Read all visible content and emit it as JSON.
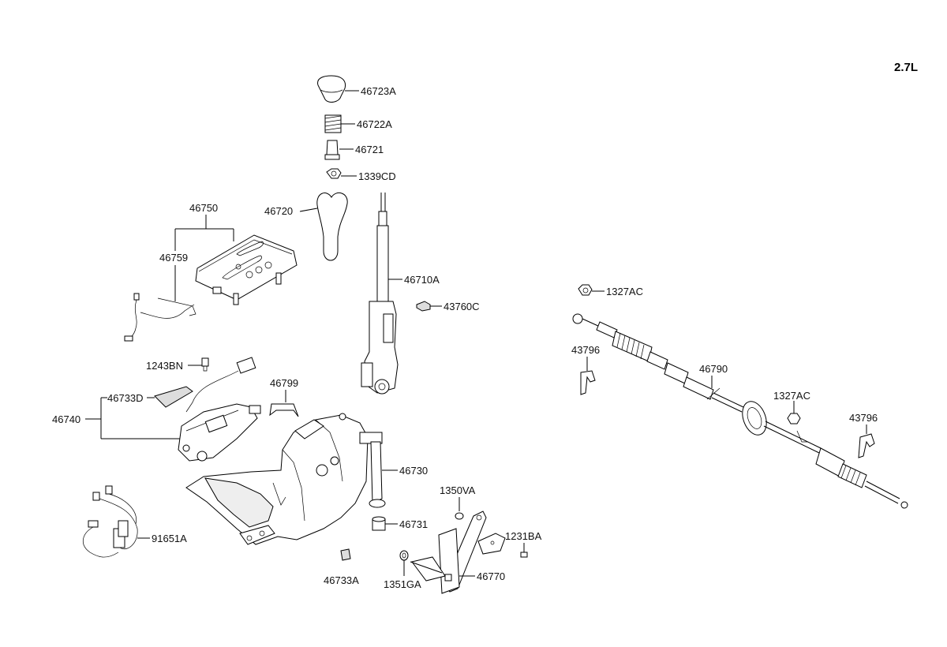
{
  "engine_label": "2.7L",
  "labels": {
    "knob": "46723A",
    "spring": "46722A",
    "knob_pin": "46721",
    "nut_top": "1339CD",
    "boot": "46720",
    "lever": "46710A",
    "clip_43760": "43760C",
    "indicator": "46750",
    "indicator_wire": "46759",
    "bolt_1243": "1243BN",
    "solenoid_assy": "46740",
    "bracket_46733d": "46733D",
    "retainer": "46799",
    "base": "46730",
    "bushing": "46731",
    "harness": "91651A",
    "stopper": "46733A",
    "washer_1350": "1350VA",
    "washer_1351": "1351GA",
    "bolt_1231": "1231BA",
    "detent": "46770",
    "nut_cable_1": "1327AC",
    "nut_cable_2": "1327AC",
    "clip_left": "43796",
    "clip_right": "43796",
    "cable": "46790"
  }
}
